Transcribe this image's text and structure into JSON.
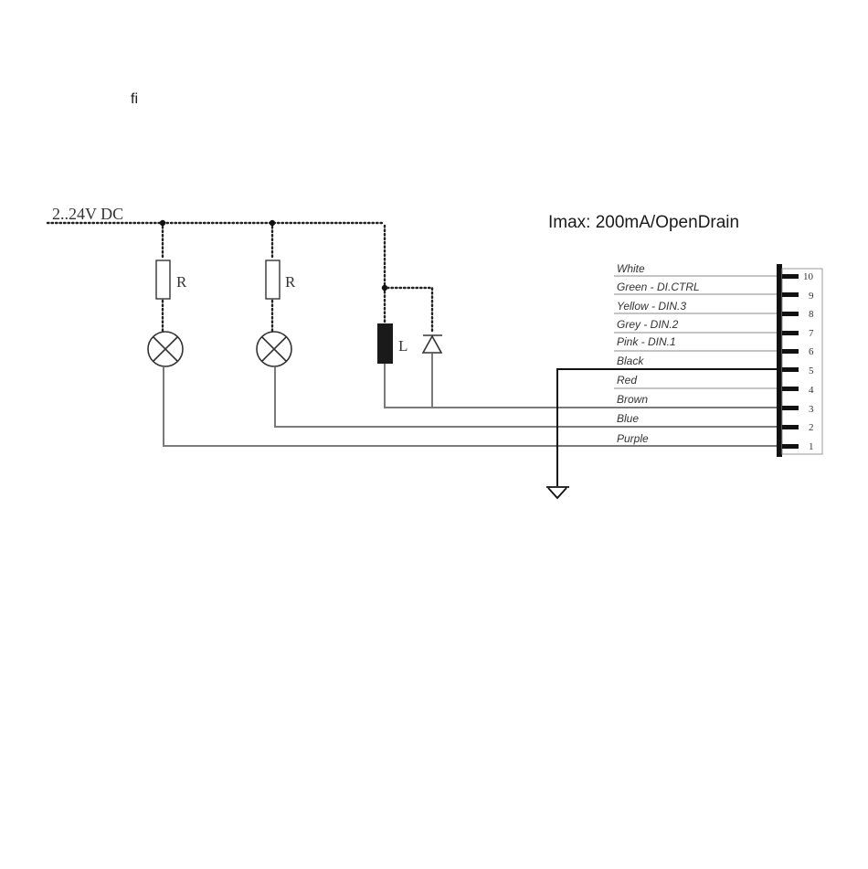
{
  "stray_glyph": "fi",
  "supply_label": "2..24V DC",
  "imax_label": "Imax: 200mA/OpenDrain",
  "resistor_label": "R",
  "coil_label": "L",
  "wires": [
    {
      "pin": "10",
      "label": "White"
    },
    {
      "pin": "9",
      "label": "Green - DI.CTRL"
    },
    {
      "pin": "8",
      "label": "Yellow - DIN.3"
    },
    {
      "pin": "7",
      "label": "Grey - DIN.2"
    },
    {
      "pin": "6",
      "label": "Pink - DIN.1"
    },
    {
      "pin": "5",
      "label": "Black"
    },
    {
      "pin": "4",
      "label": "Red"
    },
    {
      "pin": "3",
      "label": "Brown"
    },
    {
      "pin": "2",
      "label": "Blue"
    },
    {
      "pin": "1",
      "label": "Purple"
    }
  ]
}
